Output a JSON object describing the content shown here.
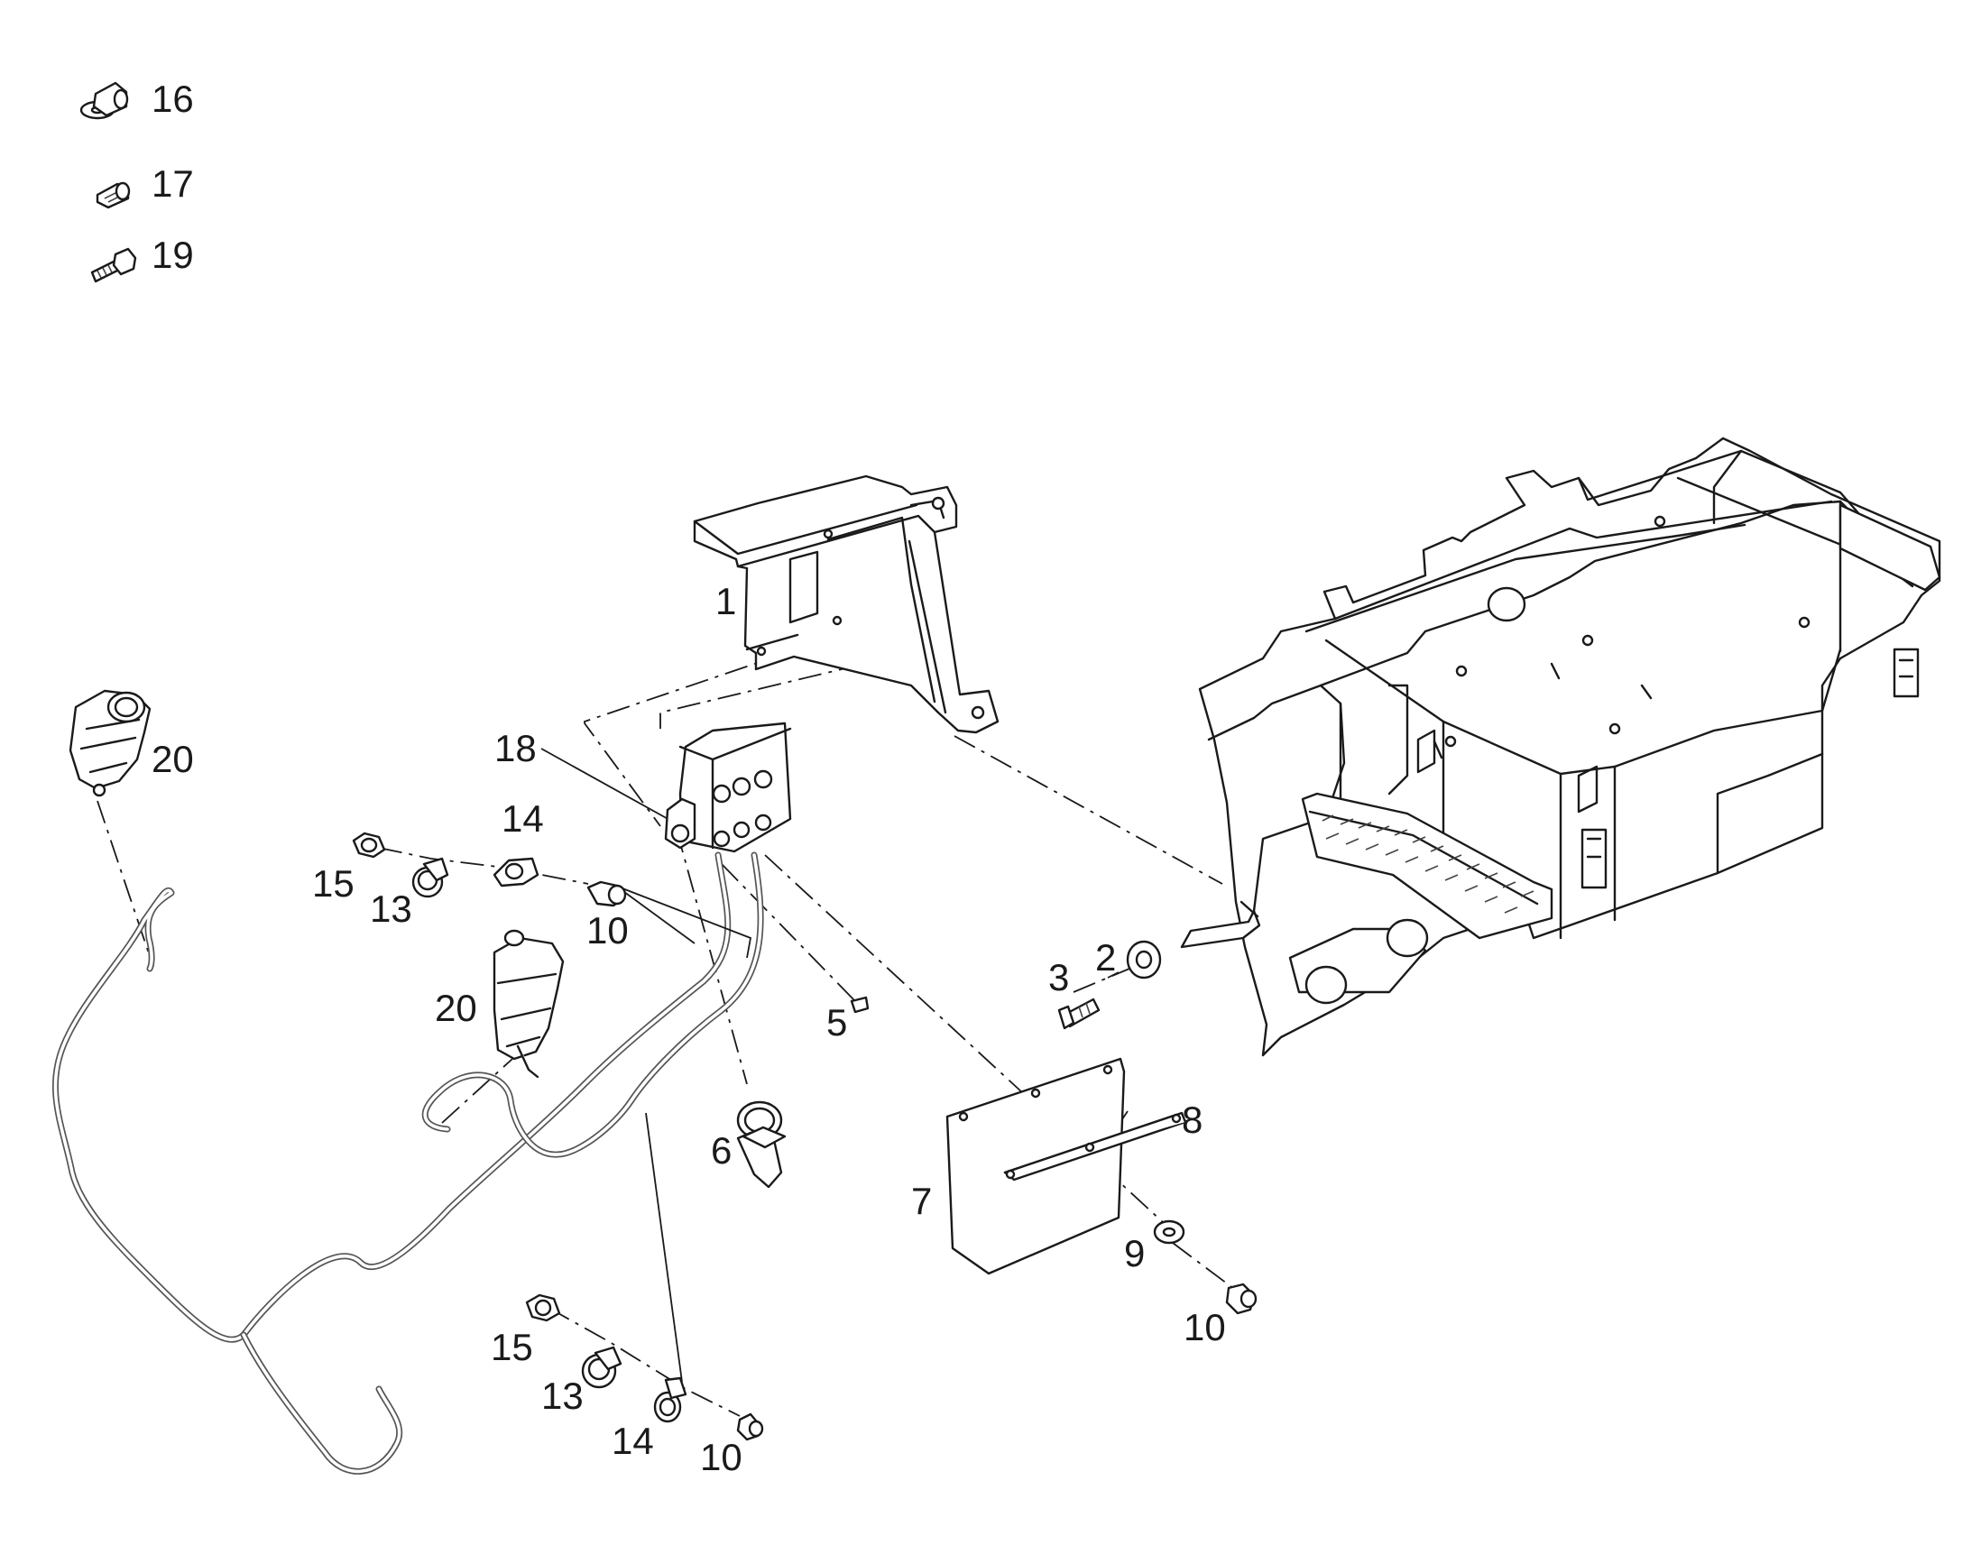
{
  "legend": [
    {
      "num": "16",
      "icon": "hose-fitting-icon"
    },
    {
      "num": "17",
      "icon": "plug-icon"
    },
    {
      "num": "19",
      "icon": "bolt-icon"
    }
  ],
  "callouts": {
    "c1": "1",
    "c2": "2",
    "c3": "3",
    "c5": "5",
    "c6": "6",
    "c7": "7",
    "c8": "8",
    "c9": "9",
    "c10a": "10",
    "c10b": "10",
    "c10c": "10",
    "c13a": "13",
    "c13b": "13",
    "c14a": "14",
    "c14b": "14",
    "c15a": "15",
    "c15b": "15",
    "c18": "18",
    "c20a": "20",
    "c20b": "20"
  }
}
